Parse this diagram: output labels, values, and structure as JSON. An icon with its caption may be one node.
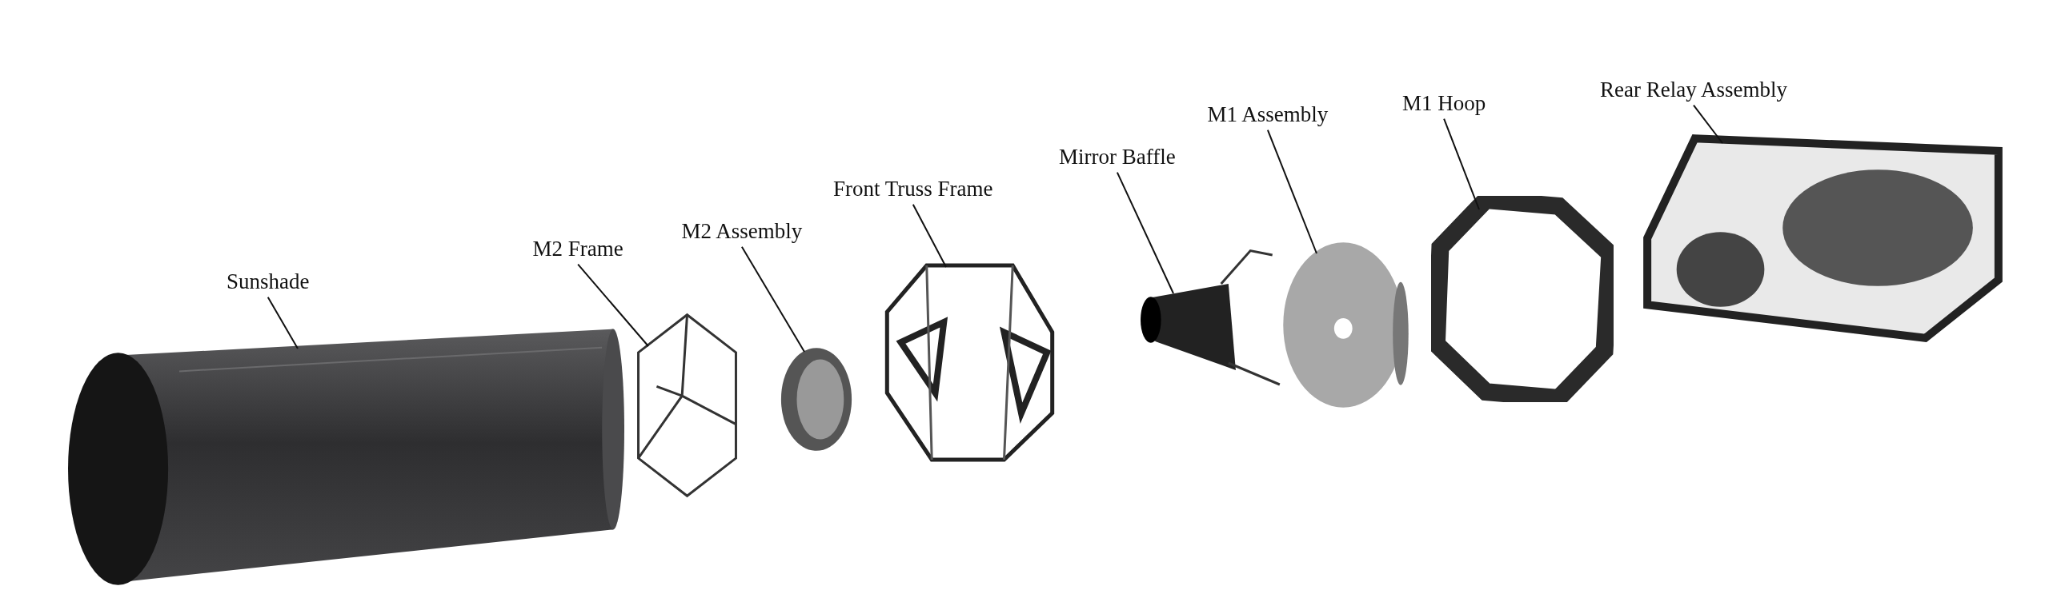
{
  "diagram": {
    "nodes": [
      {
        "text": [
          "Sunshade"
        ]
      },
      {
        "text": [
          "M2 Frame"
        ]
      },
      {
        "text": [
          "M2 Assembly"
        ]
      },
      {
        "text": [
          "Front Truss Frame"
        ]
      },
      {
        "text": [
          "Mirror Baffle"
        ]
      },
      {
        "text": [
          "M1 Assembly"
        ]
      },
      {
        "text": [
          "M1 Hoop"
        ]
      },
      {
        "text": [
          "Rear Relay Assembly"
        ]
      },
      {
        "text": [],
        "shape": "picture"
      },
      {
        "text": [],
        "shape": "picture"
      },
      {
        "text": [],
        "shape": "picture"
      },
      {
        "text": [],
        "shape": "picture"
      },
      {
        "text": [],
        "shape": "picture"
      },
      {
        "text": [],
        "shape": "picture"
      },
      {
        "text": [],
        "shape": "picture"
      },
      {
        "text": [],
        "shape": "picture"
      }
    ],
    "edges": [
      {
        "from": 0,
        "to": 8,
        "arrow": "none"
      },
      {
        "from": 1,
        "to": 9,
        "arrow": "none"
      },
      {
        "from": 2,
        "to": 10,
        "arrow": "none"
      },
      {
        "from": 3,
        "to": 11,
        "arrow": "none"
      },
      {
        "from": 4,
        "to": 12,
        "arrow": "none"
      },
      {
        "from": 5,
        "to": 13,
        "arrow": "none"
      },
      {
        "from": 6,
        "to": 14,
        "arrow": "none"
      },
      {
        "from": 7,
        "to": 15,
        "arrow": "none"
      }
    ]
  }
}
